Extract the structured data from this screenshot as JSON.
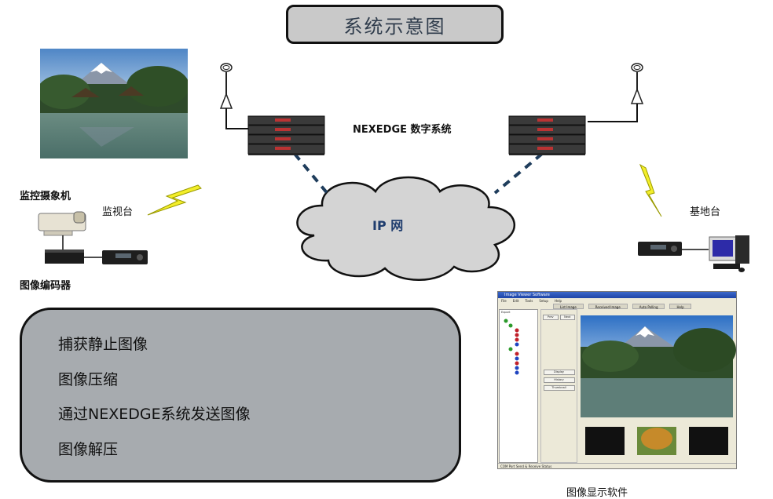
{
  "title": "系统示意图",
  "labels": {
    "nexedge_system": "NEXEDGE 数字系统",
    "ip_network": "IP 网",
    "surveillance_camera": "监控摄象机",
    "monitor_station": "监视台",
    "image_encoder": "图像编码器",
    "base_station": "基地台",
    "image_display_software": "图像显示软件"
  },
  "features": [
    "捕获静止图像",
    "图像压缩",
    "通过NEXEDGE系统发送图像",
    "图像解压"
  ],
  "software": {
    "window_title": "Image Viewer Software",
    "menu": [
      "File",
      "Edit",
      "Tools",
      "Setup",
      "Help"
    ],
    "tabs": [
      "List Image",
      "Received Image",
      "Auto Polling",
      "Help"
    ],
    "left_tab": "Export",
    "buttons": [
      "Prev",
      "Next",
      "Display",
      "History",
      "Thumbnail"
    ],
    "status": "COM Port  Send & Receive Status"
  },
  "colors": {
    "title_bg": "#c9c9c9",
    "feature_bg": "#a7abaf",
    "link_dashed": "#1f3d5c",
    "lightning": "#f3ee2a"
  }
}
